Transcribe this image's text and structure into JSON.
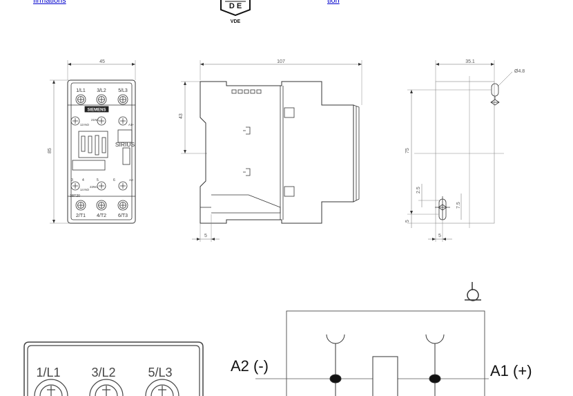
{
  "links": {
    "left": "firmations",
    "right": "tion"
  },
  "vde_mark": {
    "letters": "D E",
    "caption": "VDE"
  },
  "front_view": {
    "width_dim": "45",
    "height_dim": "85",
    "top_terminals": [
      "1/L1",
      "3/L2",
      "5/L3"
    ],
    "bottom_terminals": [
      "2/T1",
      "4/T2",
      "6/T3"
    ],
    "brand": "SIEMENS",
    "product": "SIRIUS",
    "model": "3RT20",
    "aux_top_left": "13 NO",
    "aux_bottom_left": "14 NO",
    "aux_top_right": "21NC",
    "aux_bottom_right": "22NC",
    "coil_a1": "A1+",
    "coil_a2": "A2-",
    "row_labels": [
      "3",
      "4",
      "5",
      "6"
    ]
  },
  "side_view": {
    "width_dim": "107",
    "height_dim": "43",
    "bottom_dim": "5"
  },
  "mount_view": {
    "width_dim": "35.1",
    "hole_dim": "Ø4.8",
    "height_dim": "75",
    "dim_2_5": "2.5",
    "dim_7_5": "7.5",
    "dim_5_left": "5",
    "dim_5_bottom": "5"
  },
  "terminal_closeup": {
    "labels": [
      "1/L1",
      "3/L2",
      "5/L3"
    ]
  },
  "circuit": {
    "a2_label": "A2 (-)",
    "a1_label": "A1 (+)"
  },
  "colors": {
    "line": "#333333",
    "dim": "#666666",
    "link": "#0000cc"
  }
}
